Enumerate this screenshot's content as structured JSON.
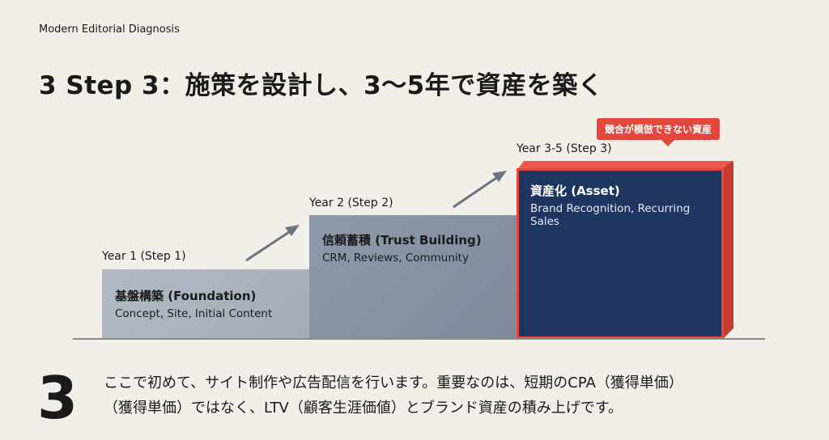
{
  "kicker": "Modern Editorial Diagnosis",
  "title": "3 Step 3：施策を設計し、3〜5年で資産を築く",
  "steps": [
    {
      "year": "Year 1 (Step 1)",
      "title": "基盤構築 (Foundation)",
      "sub": "Concept, Site, Initial Content"
    },
    {
      "year": "Year 2 (Step 2)",
      "title": "信頼蓄積 (Trust Building)",
      "sub": "CRM, Reviews, Community"
    },
    {
      "year": "Year 3-5 (Step 3)",
      "title": "資産化 (Asset)",
      "sub": "Brand Recognition, Recurring Sales"
    }
  ],
  "badge": "競合が模倣できない資産",
  "number": "3",
  "body": [
    "ここで初めて、サイト制作や広告配信を行います。重要なのは、短期のCPA（獲得単価）",
    "（獲得単価）ではなく、LTV（顧客生涯価値）とブランド資産の積み上げです。"
  ],
  "colors": {
    "accent": "#e2483c",
    "navy": "#1e3560"
  }
}
